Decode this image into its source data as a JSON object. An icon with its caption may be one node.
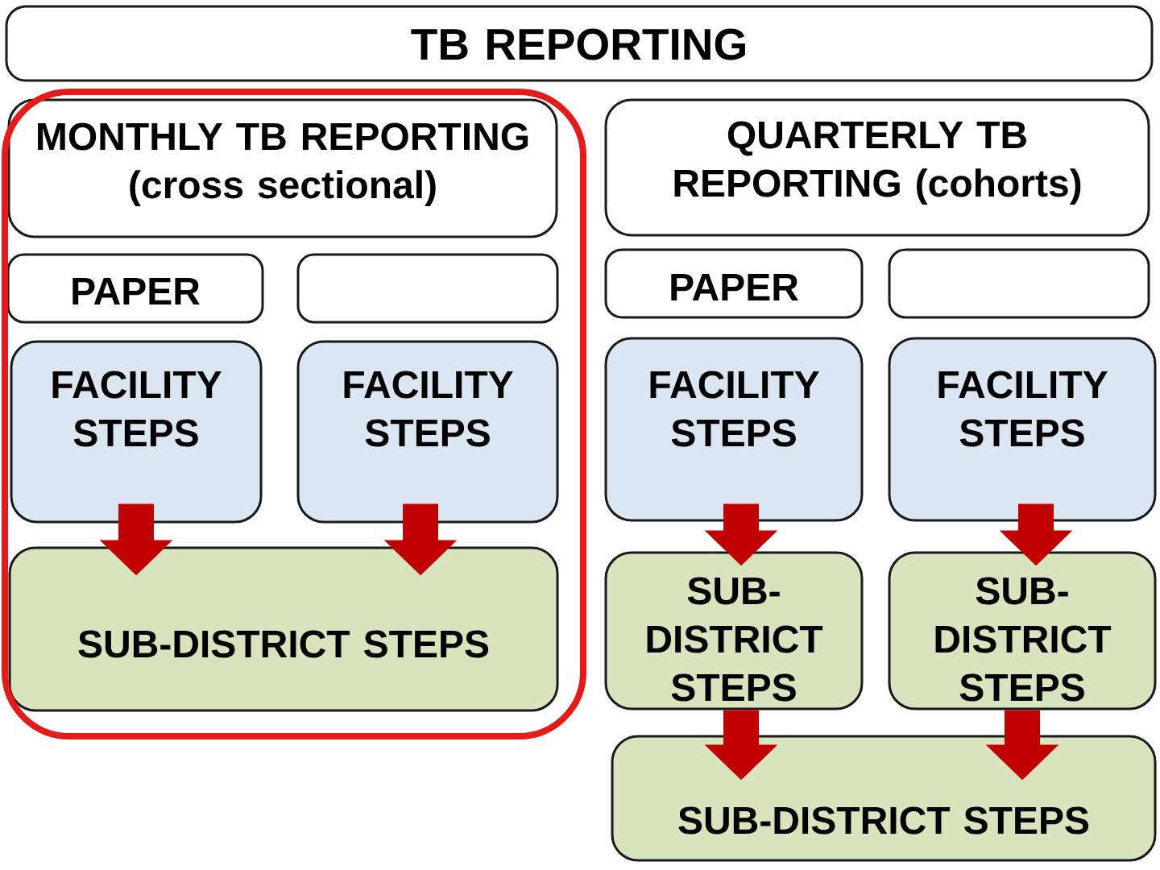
{
  "diagram": {
    "nodes": [
      {
        "text": [
          "TB REPORTING"
        ]
      },
      {
        "text": [],
        "shape": "box"
      },
      {
        "text": [
          "MONTHLY TB REPORTING (cross sectional)"
        ],
        "in": 1
      },
      {
        "text": [
          "PAPER"
        ],
        "in": 1
      },
      {
        "text": [],
        "shape": "box",
        "in": 1
      },
      {
        "text": [
          "FACILITY STEPS"
        ],
        "in": 1
      },
      {
        "text": [
          "FACILITY STEPS"
        ],
        "in": 1
      },
      {
        "text": [
          "SUB-DISTRICT STEPS"
        ],
        "in": 1
      },
      {
        "text": [
          "QUARTERLY TB REPORTING (cohorts)"
        ]
      },
      {
        "text": [
          "PAPER"
        ]
      },
      {
        "text": [],
        "shape": "box"
      },
      {
        "text": [
          "FACILITY STEPS"
        ]
      },
      {
        "text": [
          "FACILITY STEPS"
        ]
      },
      {
        "text": [
          "SUB-DISTRICT STEPS"
        ]
      },
      {
        "text": [
          "SUB-DISTRICT STEPS"
        ]
      },
      {
        "text": [
          "SUB-DISTRICT STEPS"
        ]
      }
    ],
    "edges": [
      {
        "from": 5,
        "to": 7,
        "arrow": "to"
      },
      {
        "from": 6,
        "to": 7,
        "arrow": "to"
      },
      {
        "from": 11,
        "to": 13,
        "arrow": "to"
      },
      {
        "from": 12,
        "to": 14,
        "arrow": "to"
      },
      {
        "from": 13,
        "to": 15,
        "arrow": "to"
      },
      {
        "from": 14,
        "to": 15,
        "arrow": "to"
      }
    ]
  }
}
